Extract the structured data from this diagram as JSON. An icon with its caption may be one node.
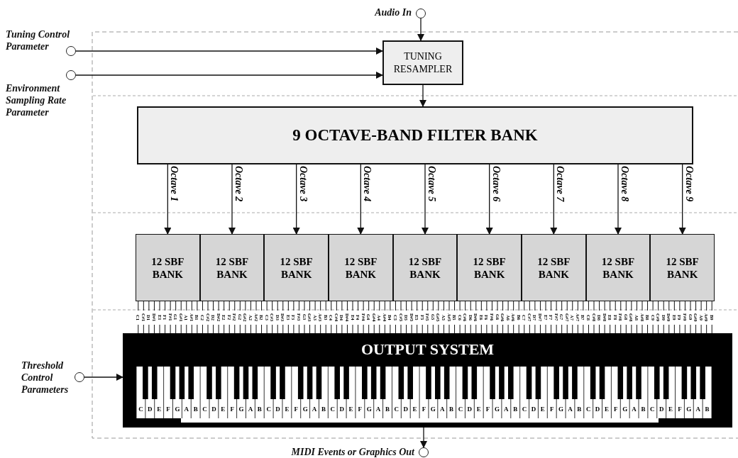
{
  "diagram": {
    "nodes": [
      {
        "text": [],
        "shape": "circle",
        "beside": [
          "Audio In"
        ]
      },
      {
        "text": [],
        "shape": "circle",
        "beside": [
          "Tuning Control Parameter"
        ]
      },
      {
        "text": [],
        "shape": "circle",
        "beside": [
          "Environment Sampling Rate Parameter"
        ]
      },
      {
        "text": [
          "TUNING RESAMPLER"
        ]
      },
      {
        "text": [
          "9 OCTAVE-BAND FILTER BANK"
        ]
      },
      {
        "text": [
          "12 SBF BANK"
        ]
      },
      {
        "text": [
          "12 SBF BANK"
        ]
      },
      {
        "text": [
          "12 SBF BANK"
        ]
      },
      {
        "text": [
          "12 SBF BANK"
        ]
      },
      {
        "text": [
          "12 SBF BANK"
        ]
      },
      {
        "text": [
          "12 SBF BANK"
        ]
      },
      {
        "text": [
          "12 SBF BANK"
        ]
      },
      {
        "text": [
          "12 SBF BANK"
        ]
      },
      {
        "text": [
          "12 SBF BANK"
        ]
      },
      {
        "text": [
          "OUTPUT SYSTEM"
        ]
      },
      {
        "text": [],
        "shape": "circle",
        "beside": [
          "Threshold Control Parameters"
        ]
      },
      {
        "text": [],
        "shape": "circle",
        "beside": [
          "MIDI Events or Graphics Out"
        ]
      }
    ],
    "edges": [
      {
        "from": 0,
        "to": 3,
        "arrow": "to"
      },
      {
        "from": 1,
        "to": 3,
        "arrow": "to"
      },
      {
        "from": 2,
        "to": 3,
        "arrow": "to"
      },
      {
        "from": 3,
        "to": 4,
        "arrow": "to"
      },
      {
        "from": 4,
        "to": 5,
        "arrow": "to",
        "label": "Octave 1"
      },
      {
        "from": 4,
        "to": 6,
        "arrow": "to",
        "label": "Octave 2"
      },
      {
        "from": 4,
        "to": 7,
        "arrow": "to",
        "label": "Octave 3"
      },
      {
        "from": 4,
        "to": 8,
        "arrow": "to",
        "label": "Octave 4"
      },
      {
        "from": 4,
        "to": 9,
        "arrow": "to",
        "label": "Octave 5"
      },
      {
        "from": 4,
        "to": 10,
        "arrow": "to",
        "label": "Octave 6"
      },
      {
        "from": 4,
        "to": 11,
        "arrow": "to",
        "label": "Octave 7"
      },
      {
        "from": 4,
        "to": 12,
        "arrow": "to",
        "label": "Octave 8"
      },
      {
        "from": 4,
        "to": 13,
        "arrow": "to",
        "label": "Octave 9"
      },
      {
        "from": 5,
        "to": 14,
        "arrow": "none",
        "label": "C1"
      },
      {
        "from": 5,
        "to": 14,
        "arrow": "none",
        "label": "C#1"
      },
      {
        "from": 5,
        "to": 14,
        "arrow": "none",
        "label": "D1"
      },
      {
        "from": 5,
        "to": 14,
        "arrow": "none",
        "label": "D#1"
      },
      {
        "from": 5,
        "to": 14,
        "arrow": "none",
        "label": "E1"
      },
      {
        "from": 5,
        "to": 14,
        "arrow": "none",
        "label": "F1"
      },
      {
        "from": 5,
        "to": 14,
        "arrow": "none",
        "label": "F#1"
      },
      {
        "from": 5,
        "to": 14,
        "arrow": "none",
        "label": "G1"
      },
      {
        "from": 5,
        "to": 14,
        "arrow": "none",
        "label": "G#1"
      },
      {
        "from": 5,
        "to": 14,
        "arrow": "none",
        "label": "A1"
      },
      {
        "from": 5,
        "to": 14,
        "arrow": "none",
        "label": "A#1"
      },
      {
        "from": 5,
        "to": 14,
        "arrow": "none",
        "label": "B1"
      },
      {
        "from": 6,
        "to": 14,
        "arrow": "none",
        "label": "C2"
      },
      {
        "from": 6,
        "to": 14,
        "arrow": "none",
        "label": "C#2"
      },
      {
        "from": 6,
        "to": 14,
        "arrow": "none",
        "label": "D2"
      },
      {
        "from": 6,
        "to": 14,
        "arrow": "none",
        "label": "D#2"
      },
      {
        "from": 6,
        "to": 14,
        "arrow": "none",
        "label": "E2"
      },
      {
        "from": 6,
        "to": 14,
        "arrow": "none",
        "label": "F2"
      },
      {
        "from": 6,
        "to": 14,
        "arrow": "none",
        "label": "F#2"
      },
      {
        "from": 6,
        "to": 14,
        "arrow": "none",
        "label": "G2"
      },
      {
        "from": 6,
        "to": 14,
        "arrow": "none",
        "label": "G#2"
      },
      {
        "from": 6,
        "to": 14,
        "arrow": "none",
        "label": "A2"
      },
      {
        "from": 6,
        "to": 14,
        "arrow": "none",
        "label": "A#2"
      },
      {
        "from": 6,
        "to": 14,
        "arrow": "none",
        "label": "B2"
      },
      {
        "from": 7,
        "to": 14,
        "arrow": "none",
        "label": "C3"
      },
      {
        "from": 7,
        "to": 14,
        "arrow": "none",
        "label": "C#3"
      },
      {
        "from": 7,
        "to": 14,
        "arrow": "none",
        "label": "D3"
      },
      {
        "from": 7,
        "to": 14,
        "arrow": "none",
        "label": "D#3"
      },
      {
        "from": 7,
        "to": 14,
        "arrow": "none",
        "label": "E3"
      },
      {
        "from": 7,
        "to": 14,
        "arrow": "none",
        "label": "F3"
      },
      {
        "from": 7,
        "to": 14,
        "arrow": "none",
        "label": "F#3"
      },
      {
        "from": 7,
        "to": 14,
        "arrow": "none",
        "label": "G3"
      },
      {
        "from": 7,
        "to": 14,
        "arrow": "none",
        "label": "G#3"
      },
      {
        "from": 7,
        "to": 14,
        "arrow": "none",
        "label": "A3"
      },
      {
        "from": 7,
        "to": 14,
        "arrow": "none",
        "label": "A#3"
      },
      {
        "from": 7,
        "to": 14,
        "arrow": "none",
        "label": "B3"
      },
      {
        "from": 8,
        "to": 14,
        "arrow": "none",
        "label": "C4"
      },
      {
        "from": 8,
        "to": 14,
        "arrow": "none",
        "label": "C#4"
      },
      {
        "from": 8,
        "to": 14,
        "arrow": "none",
        "label": "D4"
      },
      {
        "from": 8,
        "to": 14,
        "arrow": "none",
        "label": "D#4"
      },
      {
        "from": 8,
        "to": 14,
        "arrow": "none",
        "label": "E4"
      },
      {
        "from": 8,
        "to": 14,
        "arrow": "none",
        "label": "F4"
      },
      {
        "from": 8,
        "to": 14,
        "arrow": "none",
        "label": "F#4"
      },
      {
        "from": 8,
        "to": 14,
        "arrow": "none",
        "label": "G4"
      },
      {
        "from": 8,
        "to": 14,
        "arrow": "none",
        "label": "G#4"
      },
      {
        "from": 8,
        "to": 14,
        "arrow": "none",
        "label": "A4"
      },
      {
        "from": 8,
        "to": 14,
        "arrow": "none",
        "label": "A#4"
      },
      {
        "from": 8,
        "to": 14,
        "arrow": "none",
        "label": "B4"
      },
      {
        "from": 9,
        "to": 14,
        "arrow": "none",
        "label": "C5"
      },
      {
        "from": 9,
        "to": 14,
        "arrow": "none",
        "label": "C#5"
      },
      {
        "from": 9,
        "to": 14,
        "arrow": "none",
        "label": "D5"
      },
      {
        "from": 9,
        "to": 14,
        "arrow": "none",
        "label": "D#5"
      },
      {
        "from": 9,
        "to": 14,
        "arrow": "none",
        "label": "E5"
      },
      {
        "from": 9,
        "to": 14,
        "arrow": "none",
        "label": "F5"
      },
      {
        "from": 9,
        "to": 14,
        "arrow": "none",
        "label": "F#5"
      },
      {
        "from": 9,
        "to": 14,
        "arrow": "none",
        "label": "G5"
      },
      {
        "from": 9,
        "to": 14,
        "arrow": "none",
        "label": "G#5"
      },
      {
        "from": 9,
        "to": 14,
        "arrow": "none",
        "label": "A5"
      },
      {
        "from": 9,
        "to": 14,
        "arrow": "none",
        "label": "A#5"
      },
      {
        "from": 9,
        "to": 14,
        "arrow": "none",
        "label": "B5"
      },
      {
        "from": 10,
        "to": 14,
        "arrow": "none",
        "label": "C6"
      },
      {
        "from": 10,
        "to": 14,
        "arrow": "none",
        "label": "C#6"
      },
      {
        "from": 10,
        "to": 14,
        "arrow": "none",
        "label": "D6"
      },
      {
        "from": 10,
        "to": 14,
        "arrow": "none",
        "label": "D#6"
      },
      {
        "from": 10,
        "to": 14,
        "arrow": "none",
        "label": "E6"
      },
      {
        "from": 10,
        "to": 14,
        "arrow": "none",
        "label": "F6"
      },
      {
        "from": 10,
        "to": 14,
        "arrow": "none",
        "label": "F#6"
      },
      {
        "from": 10,
        "to": 14,
        "arrow": "none",
        "label": "G6"
      },
      {
        "from": 10,
        "to": 14,
        "arrow": "none",
        "label": "G#6"
      },
      {
        "from": 10,
        "to": 14,
        "arrow": "none",
        "label": "A6"
      },
      {
        "from": 10,
        "to": 14,
        "arrow": "none",
        "label": "A#6"
      },
      {
        "from": 10,
        "to": 14,
        "arrow": "none",
        "label": "B6"
      },
      {
        "from": 11,
        "to": 14,
        "arrow": "none",
        "label": "C7"
      },
      {
        "from": 11,
        "to": 14,
        "arrow": "none",
        "label": "C#7"
      },
      {
        "from": 11,
        "to": 14,
        "arrow": "none",
        "label": "D7"
      },
      {
        "from": 11,
        "to": 14,
        "arrow": "none",
        "label": "D#7"
      },
      {
        "from": 11,
        "to": 14,
        "arrow": "none",
        "label": "E7"
      },
      {
        "from": 11,
        "to": 14,
        "arrow": "none",
        "label": "F7"
      },
      {
        "from": 11,
        "to": 14,
        "arrow": "none",
        "label": "F#7"
      },
      {
        "from": 11,
        "to": 14,
        "arrow": "none",
        "label": "G7"
      },
      {
        "from": 11,
        "to": 14,
        "arrow": "none",
        "label": "G#7"
      },
      {
        "from": 11,
        "to": 14,
        "arrow": "none",
        "label": "A7"
      },
      {
        "from": 11,
        "to": 14,
        "arrow": "none",
        "label": "A#7"
      },
      {
        "from": 11,
        "to": 14,
        "arrow": "none",
        "label": "B7"
      },
      {
        "from": 12,
        "to": 14,
        "arrow": "none",
        "label": "C8"
      },
      {
        "from": 12,
        "to": 14,
        "arrow": "none",
        "label": "C#8"
      },
      {
        "from": 12,
        "to": 14,
        "arrow": "none",
        "label": "D8"
      },
      {
        "from": 12,
        "to": 14,
        "arrow": "none",
        "label": "D#8"
      },
      {
        "from": 12,
        "to": 14,
        "arrow": "none",
        "label": "E8"
      },
      {
        "from": 12,
        "to": 14,
        "arrow": "none",
        "label": "F8"
      },
      {
        "from": 12,
        "to": 14,
        "arrow": "none",
        "label": "F#8"
      },
      {
        "from": 12,
        "to": 14,
        "arrow": "none",
        "label": "G8"
      },
      {
        "from": 12,
        "to": 14,
        "arrow": "none",
        "label": "G#8"
      },
      {
        "from": 12,
        "to": 14,
        "arrow": "none",
        "label": "A8"
      },
      {
        "from": 12,
        "to": 14,
        "arrow": "none",
        "label": "A#8"
      },
      {
        "from": 12,
        "to": 14,
        "arrow": "none",
        "label": "B8"
      },
      {
        "from": 13,
        "to": 14,
        "arrow": "none",
        "label": "C9"
      },
      {
        "from": 13,
        "to": 14,
        "arrow": "none",
        "label": "C#9"
      },
      {
        "from": 13,
        "to": 14,
        "arrow": "none",
        "label": "D9"
      },
      {
        "from": 13,
        "to": 14,
        "arrow": "none",
        "label": "D#9"
      },
      {
        "from": 13,
        "to": 14,
        "arrow": "none",
        "label": "E9"
      },
      {
        "from": 13,
        "to": 14,
        "arrow": "none",
        "label": "F9"
      },
      {
        "from": 13,
        "to": 14,
        "arrow": "none",
        "label": "F#9"
      },
      {
        "from": 13,
        "to": 14,
        "arrow": "none",
        "label": "G9"
      },
      {
        "from": 13,
        "to": 14,
        "arrow": "none",
        "label": "G#9"
      },
      {
        "from": 13,
        "to": 14,
        "arrow": "none",
        "label": "A9"
      },
      {
        "from": 13,
        "to": 14,
        "arrow": "none",
        "label": "A#9"
      },
      {
        "from": 13,
        "to": 14,
        "arrow": "none",
        "label": "B9"
      },
      {
        "from": 15,
        "to": 14,
        "arrow": "to"
      },
      {
        "from": 14,
        "to": 16,
        "arrow": "to"
      }
    ],
    "labels": [
      "C",
      "D",
      "E",
      "F",
      "G",
      "A",
      "B",
      "C",
      "D",
      "E",
      "F",
      "G",
      "A",
      "B",
      "C",
      "D",
      "E",
      "F",
      "G",
      "A",
      "B",
      "C",
      "D",
      "E",
      "F",
      "G",
      "A",
      "B",
      "C",
      "D",
      "E",
      "F",
      "G",
      "A",
      "B",
      "C",
      "D",
      "E",
      "F",
      "G",
      "A",
      "B",
      "C",
      "D",
      "E",
      "F",
      "G",
      "A",
      "B",
      "C",
      "D",
      "E",
      "F",
      "G",
      "A",
      "B",
      "C",
      "D",
      "E",
      "F",
      "G",
      "A",
      "B"
    ]
  }
}
